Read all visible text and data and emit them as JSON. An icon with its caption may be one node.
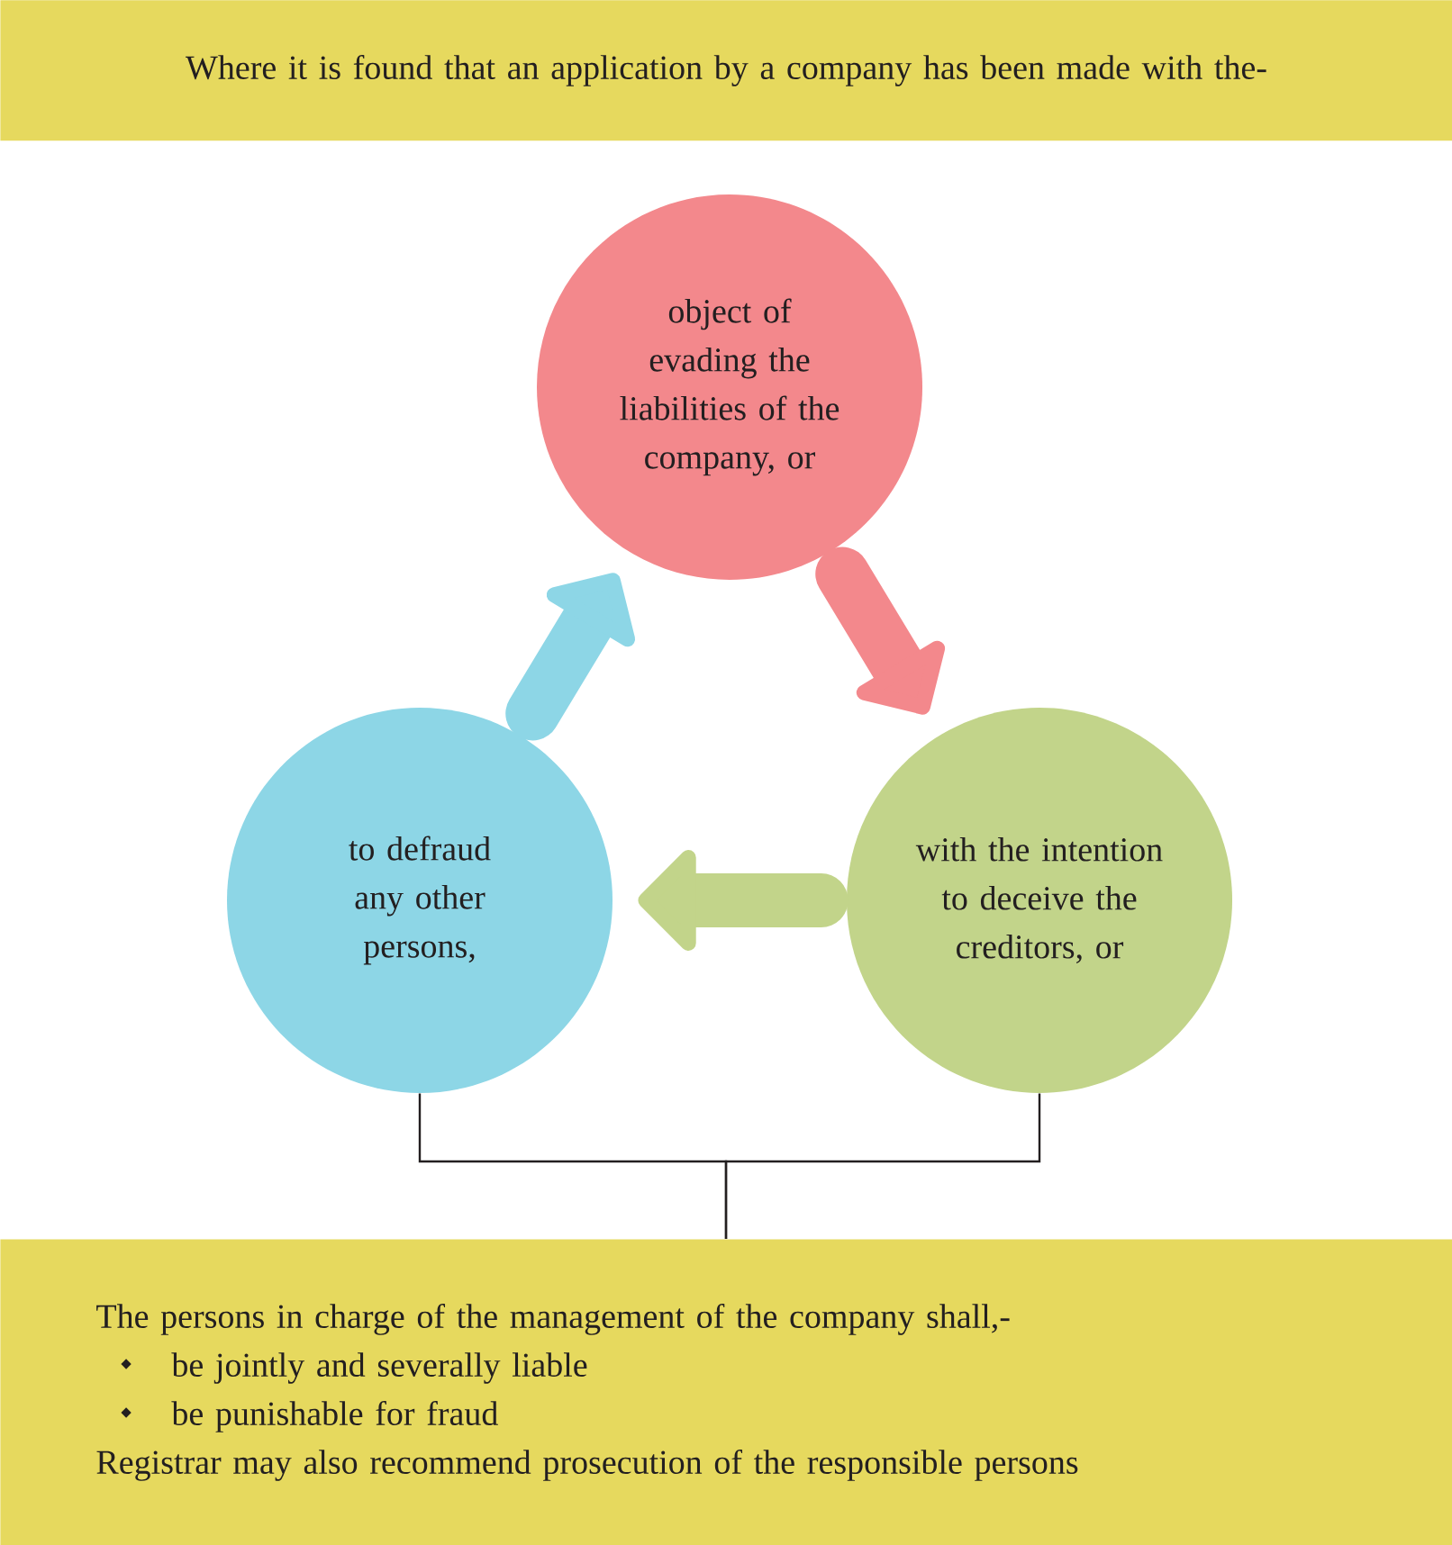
{
  "diagram": {
    "nodes": [
      {
        "text": [
          "Where it is found that an application by a company has been made with the-"
        ]
      },
      {
        "text": [
          "object of evading the liabilities of the company, or"
        ]
      },
      {
        "text": [
          "with the intention to deceive the creditors, or"
        ]
      },
      {
        "text": [
          "to defraud any other persons,"
        ]
      },
      {
        "text": [
          "The persons in charge of the management of the company shall,-",
          "be jointly and severally liable",
          "be punishable for fraud",
          "Registrar may also recommend prosecution of the responsible persons"
        ]
      }
    ],
    "edges": [
      {
        "from": 3,
        "to": 1,
        "arrow": "to",
        "color": "#8dd6e6"
      },
      {
        "from": 1,
        "to": 2,
        "arrow": "to",
        "color": "#f3888c"
      },
      {
        "from": 2,
        "to": 3,
        "arrow": "to",
        "color": "#c2d48a"
      },
      {
        "from": 3,
        "to": 4,
        "arrow": "none"
      },
      {
        "from": 2,
        "to": 4,
        "arrow": "none"
      }
    ]
  }
}
